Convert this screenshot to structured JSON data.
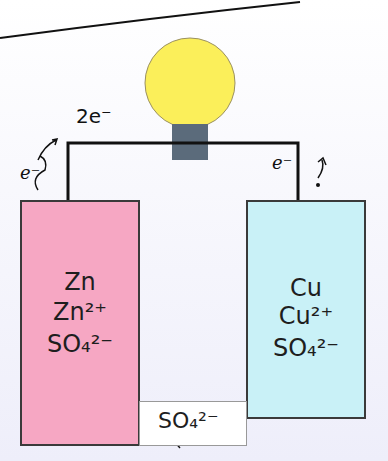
{
  "diagram": {
    "nodes": [
      {
        "text": [
          "Zn",
          "Zn²⁺",
          "SO₄²⁻"
        ]
      },
      {
        "text": [
          "Cu",
          "Cu²⁺",
          "SO₄²⁻"
        ]
      },
      {
        "text": [
          "SO₄²⁻"
        ]
      }
    ],
    "edges": [
      {
        "from": 0,
        "to": 1,
        "arrow": "none"
      },
      {
        "from": 2,
        "to": 0,
        "arrow": "to"
      }
    ],
    "labels": [
      "2e⁻",
      "e⁻",
      "e⁻"
    ]
  }
}
